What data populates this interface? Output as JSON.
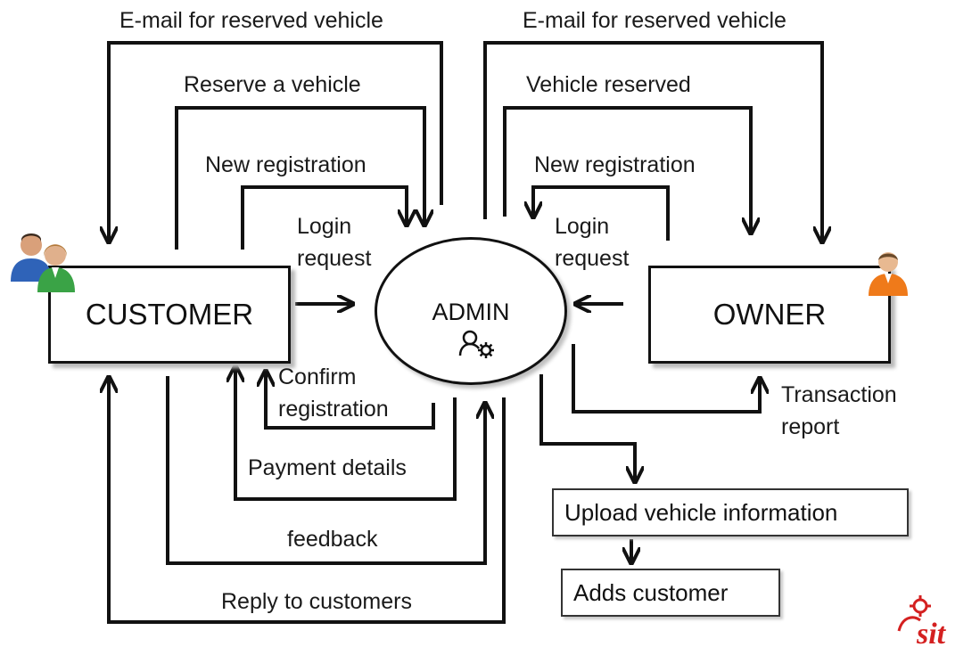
{
  "entities": {
    "customer": "CUSTOMER",
    "admin": "ADMIN",
    "owner": "OWNER"
  },
  "flows": {
    "email_customer": "E-mail for reserved vehicle",
    "reserve_vehicle": "Reserve a vehicle",
    "new_registration_customer": "New registration",
    "login_request_customer": "Login request",
    "confirm_registration": "Confirm registration",
    "payment_details": "Payment details",
    "feedback": "feedback",
    "reply_to_customers": "Reply to customers",
    "email_owner": "E-mail for reserved vehicle",
    "vehicle_reserved": "Vehicle reserved",
    "new_registration_owner": "New registration",
    "login_request_owner": "Login request",
    "transaction_report": "Transaction report"
  },
  "processes": {
    "upload_vehicle": "Upload vehicle information",
    "adds_customer": "Adds customer"
  },
  "logo": {
    "text": "sit",
    "color": "#d42020"
  },
  "icons": [
    "customer-users-icon",
    "owner-person-icon",
    "admin-gear-user-icon"
  ]
}
